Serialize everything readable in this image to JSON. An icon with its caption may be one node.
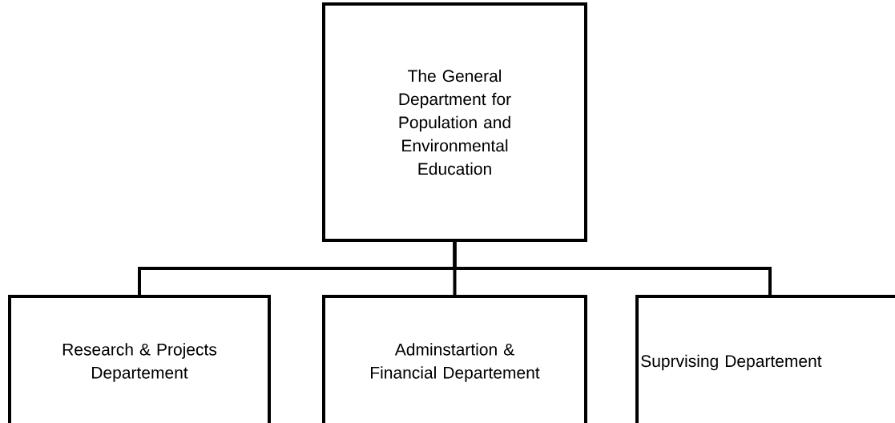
{
  "diagram": {
    "nodes": [
      {
        "text": [
          "The General Department for Population and Environmental Education"
        ]
      },
      {
        "text": [
          "Research & Projects Departement"
        ]
      },
      {
        "text": [
          "Adminstartion & Financial Departement"
        ]
      },
      {
        "text": [
          "Suprvising Departement"
        ]
      }
    ],
    "edges": [
      {
        "from": 0,
        "to": 1,
        "arrow": "none"
      },
      {
        "from": 0,
        "to": 2,
        "arrow": "none"
      },
      {
        "from": 0,
        "to": 3,
        "arrow": "none"
      }
    ]
  }
}
